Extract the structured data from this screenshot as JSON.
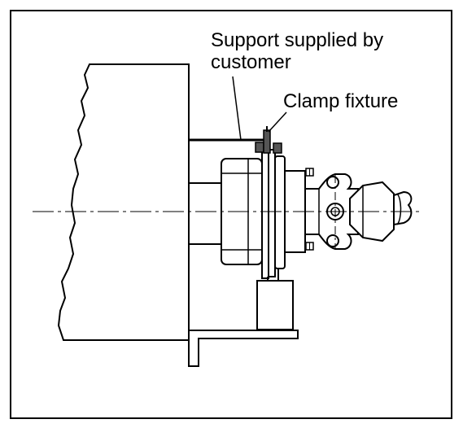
{
  "labels": {
    "support_line1": "Support supplied by",
    "support_line2": "customer",
    "clamp": "Clamp fixture"
  },
  "colors": {
    "ink": "#000000",
    "paper": "#ffffff",
    "fill_dark": "#555555"
  }
}
